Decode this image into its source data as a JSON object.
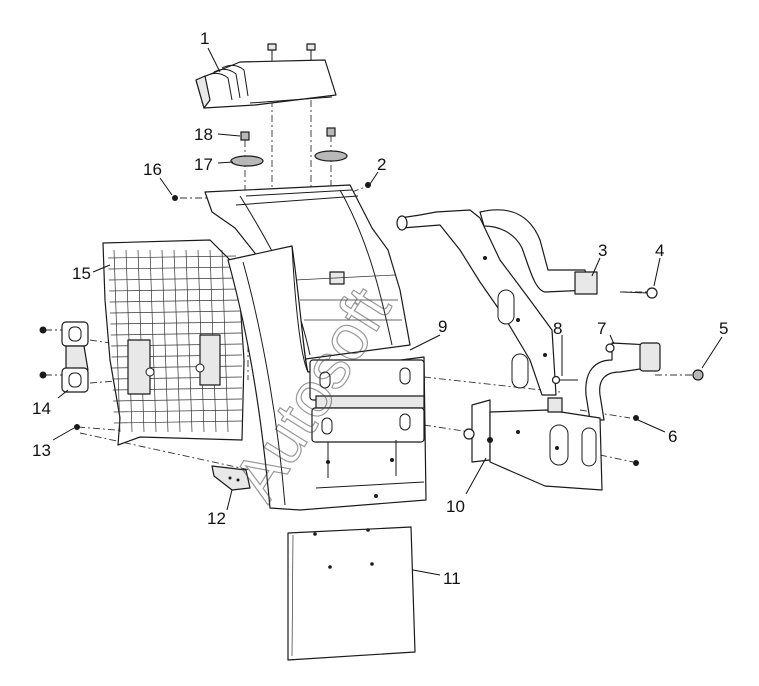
{
  "callouts": [
    {
      "number": "1"
    },
    {
      "number": "2"
    },
    {
      "number": "3"
    },
    {
      "number": "4"
    },
    {
      "number": "5"
    },
    {
      "number": "6"
    },
    {
      "number": "7"
    },
    {
      "number": "8"
    },
    {
      "number": "9"
    },
    {
      "number": "10"
    },
    {
      "number": "11"
    },
    {
      "number": "12"
    },
    {
      "number": "13"
    },
    {
      "number": "14"
    },
    {
      "number": "15"
    },
    {
      "number": "16"
    },
    {
      "number": "17"
    },
    {
      "number": "18"
    }
  ],
  "watermark": {
    "text": "Autosoft"
  },
  "colors": {
    "line": "#1a1a1a",
    "background": "#ffffff",
    "shade": "#e8e8e8"
  }
}
